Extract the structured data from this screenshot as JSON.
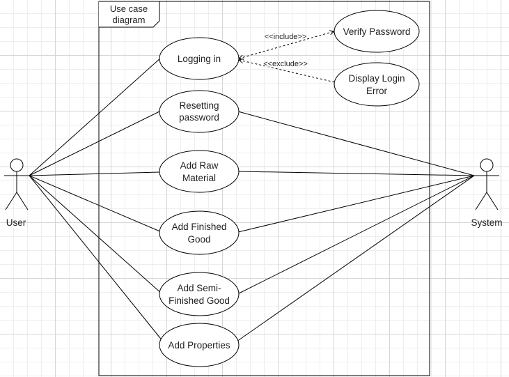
{
  "frame": {
    "label_line1": "Use case",
    "label_line2": "diagram"
  },
  "actors": {
    "user": {
      "label": "User"
    },
    "system": {
      "label": "System"
    }
  },
  "use_cases": {
    "logging_in": {
      "line1": "Logging in",
      "line2": ""
    },
    "verify_password": {
      "line1": "Verify Password",
      "line2": ""
    },
    "display_login_error": {
      "line1": "Display Login",
      "line2": "Error"
    },
    "resetting_password": {
      "line1": "Resetting",
      "line2": "password"
    },
    "add_raw_material": {
      "line1": "Add Raw",
      "line2": "Material"
    },
    "add_finished_good": {
      "line1": "Add Finished",
      "line2": "Good"
    },
    "add_semi_finished_good": {
      "line1": "Add Semi-",
      "line2": "Finished Good"
    },
    "add_properties": {
      "line1": "Add Properties",
      "line2": ""
    }
  },
  "relations": {
    "include_label": "<<include>>",
    "exclude_label": "<<exclude>>"
  }
}
